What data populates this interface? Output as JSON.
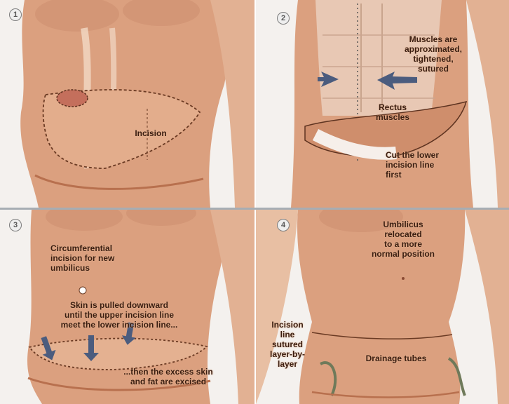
{
  "panels": [
    {
      "number": "1",
      "labels": {
        "incision": "Incision"
      }
    },
    {
      "number": "2",
      "labels": {
        "muscles": [
          "Muscles are",
          "approximated,",
          "tightened,",
          "sutured"
        ],
        "rectus": [
          "Rectus",
          "muscles"
        ],
        "cut": [
          "Cut the lower",
          "incision line",
          "first"
        ]
      }
    },
    {
      "number": "3",
      "labels": {
        "circumferential": [
          "Circumferential",
          "incision for new",
          "umbilicus"
        ],
        "skin": [
          "Skin is pulled downward",
          "until the upper incision line",
          "meet the lower incision line..."
        ],
        "excess": [
          "...then the excess skin",
          "and fat are excised"
        ]
      }
    },
    {
      "number": "4",
      "labels": {
        "umbilicus": [
          "Umbilicus",
          "relocated",
          "to a more",
          "normal position"
        ],
        "incision_line": [
          "Incision",
          "line",
          "sutured",
          "layer-by-",
          "layer"
        ],
        "drainage": "Drainage tubes"
      }
    }
  ],
  "colors": {
    "skin": "#dba07f",
    "skin_dark": "#b8704e",
    "muscle": "#e8c8b4",
    "arrow": "#4b5c7e",
    "divider": "#a7adb3"
  }
}
